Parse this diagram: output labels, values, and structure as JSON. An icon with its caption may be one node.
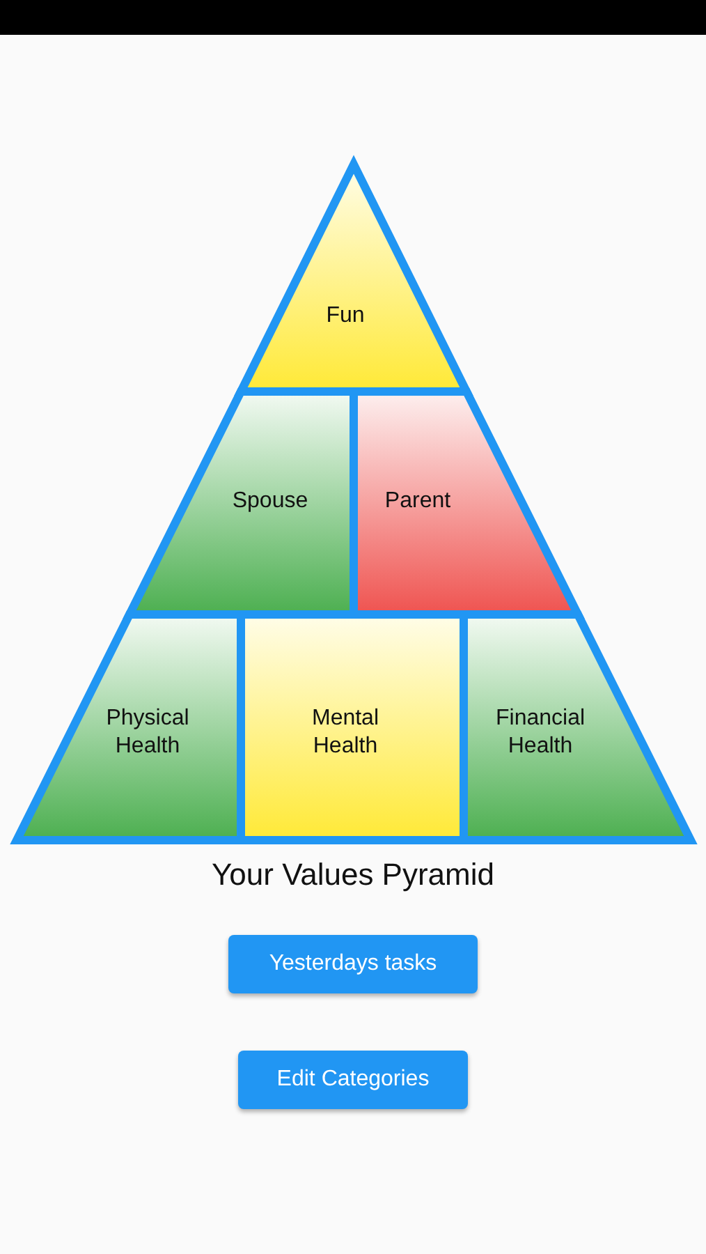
{
  "diagram": {
    "caption": "Your Values Pyramid",
    "nodes": [
      {
        "text": [],
        "shape": "bar"
      },
      {
        "text": [
          "Fun"
        ]
      },
      {
        "text": [
          "Spouse"
        ]
      },
      {
        "text": [
          "Parent"
        ]
      },
      {
        "text": [
          "Physical Health"
        ]
      },
      {
        "text": [
          "Mental Health"
        ]
      },
      {
        "text": [
          "Financial Health"
        ]
      }
    ],
    "labels": [
      "Yesterdays tasks",
      "Edit Categories"
    ]
  }
}
